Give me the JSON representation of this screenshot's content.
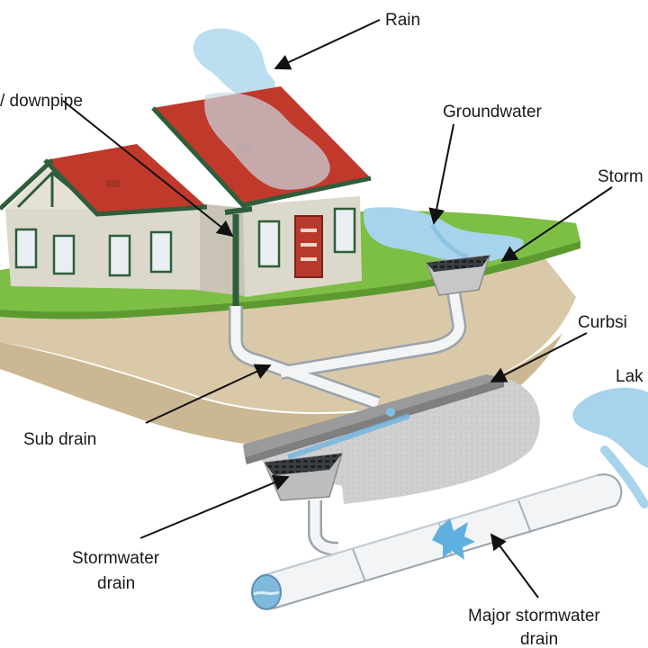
{
  "labels": {
    "rain": "Rain",
    "downpipe": "/ downpipe",
    "groundwater": "Groundwater",
    "stormwater_top": "Storm",
    "curbside": "Curbsi",
    "lake": "Lak",
    "sub_drain": "Sub drain",
    "stormwater_drain_1": "Stormwater",
    "stormwater_drain_2": "drain",
    "major_drain_1": "Major stormwater",
    "major_drain_2": "drain"
  },
  "colors": {
    "roof": "#c0392b",
    "trim": "#2e5e3a",
    "wall": "#ddd8cc",
    "grass": "#7cbf44",
    "soil": "#d9c9a8",
    "water": "#a8d3ec",
    "pipe": "#f2f4f6",
    "road": "#c9c9c9"
  }
}
